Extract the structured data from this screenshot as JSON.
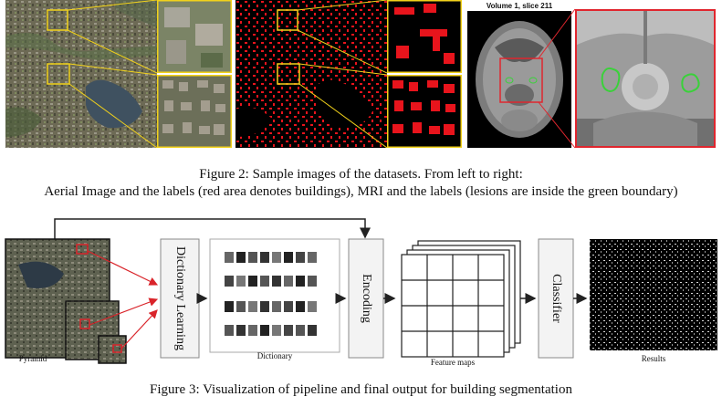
{
  "figure2": {
    "mri_header": "Volume 1, slice 211",
    "caption_line1": "Figure 2: Sample images of the datasets. From left to right:",
    "caption_line2": "Aerial Image and the labels (red area denotes buildings), MRI and the labels (lesions are inside the green boundary)"
  },
  "figure3": {
    "pyramid_label": "Pyramid",
    "dictionary_learning_label": "Dictionary Learning",
    "dictionary_label": "Dictionary",
    "encoding_label": "Encoding",
    "feature_maps_label": "Feature maps",
    "classifier_label": "Classifier",
    "results_label": "Results",
    "caption": "Figure 3: Visualization of pipeline and final output for building segmentation"
  },
  "colors": {
    "highlight_yellow": "#f2d21b",
    "building_red": "#e8141c",
    "lesion_green": "#3ad13a",
    "mri_box_red": "#e0262e",
    "arrow_red": "#d9242a"
  }
}
